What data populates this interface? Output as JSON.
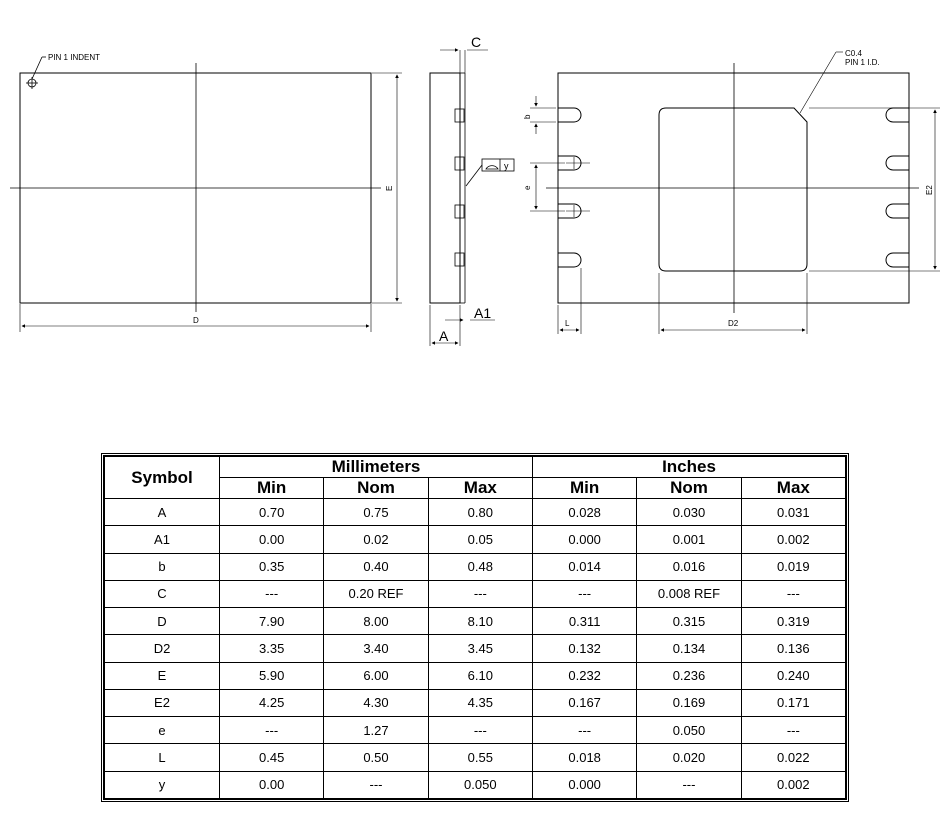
{
  "drawing": {
    "top_view": {
      "pin1_label": "PIN  1  INDENT",
      "dim_D": "D",
      "dim_E": "E"
    },
    "side_view": {
      "dim_C": "C",
      "dim_y": "y",
      "dim_A1": "A1",
      "dim_A": "A"
    },
    "bottom_view": {
      "chamfer_label": "C0.4",
      "pin1_id_label": "PIN  1  I.D.",
      "dim_b": "b",
      "dim_e": "e",
      "dim_E2": "E2",
      "dim_L": "L",
      "dim_D2": "D2"
    }
  },
  "table": {
    "symbol_header": "Symbol",
    "group_mm": "Millimeters",
    "group_in": "Inches",
    "sub": [
      "Min",
      "Nom",
      "Max",
      "Min",
      "Nom",
      "Max"
    ],
    "rows": [
      [
        "A",
        "0.70",
        "0.75",
        "0.80",
        "0.028",
        "0.030",
        "0.031"
      ],
      [
        "A1",
        "0.00",
        "0.02",
        "0.05",
        "0.000",
        "0.001",
        "0.002"
      ],
      [
        "b",
        "0.35",
        "0.40",
        "0.48",
        "0.014",
        "0.016",
        "0.019"
      ],
      [
        "C",
        "---",
        "0.20 REF",
        "---",
        "---",
        "0.008 REF",
        "---"
      ],
      [
        "D",
        "7.90",
        "8.00",
        "8.10",
        "0.311",
        "0.315",
        "0.319"
      ],
      [
        "D2",
        "3.35",
        "3.40",
        "3.45",
        "0.132",
        "0.134",
        "0.136"
      ],
      [
        "E",
        "5.90",
        "6.00",
        "6.10",
        "0.232",
        "0.236",
        "0.240"
      ],
      [
        "E2",
        "4.25",
        "4.30",
        "4.35",
        "0.167",
        "0.169",
        "0.171"
      ],
      [
        "e",
        "---",
        "1.27",
        "---",
        "---",
        "0.050",
        "---"
      ],
      [
        "L",
        "0.45",
        "0.50",
        "0.55",
        "0.018",
        "0.020",
        "0.022"
      ],
      [
        "y",
        "0.00",
        "---",
        "0.050",
        "0.000",
        "---",
        "0.002"
      ]
    ]
  }
}
